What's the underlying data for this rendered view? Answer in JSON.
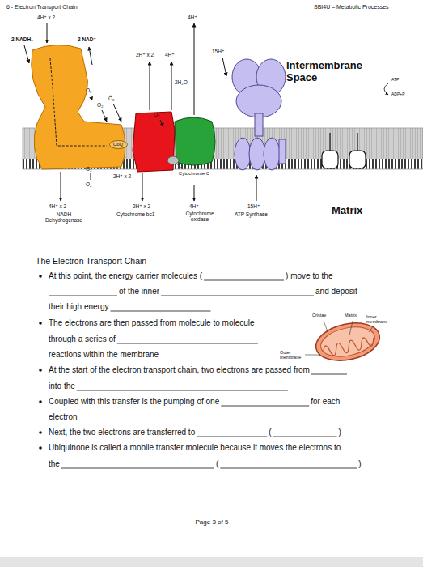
{
  "diagram": {
    "title": "The Electron Transport Chain",
    "nodes": [
      {
        "text": [
          "CoQ"
        ]
      }
    ],
    "labels": [
      "6 - Electron Transport Chain",
      "SBI4U – Metabolic Processes",
      "4H⁺ x 2",
      "2 NADH₂",
      "2 NAD⁺",
      "4H⁺",
      "2H⁺ x 2",
      "4H⁺",
      "15H⁺",
      "2H₂O",
      "Intermembrane Space",
      "ATP",
      "ADP+P",
      "Ȯ₂",
      "O₂",
      "Ȯ₂",
      "O₂",
      "O₂",
      "Ȯ₂",
      "Cytochrome C",
      "2H⁺ x 2",
      "4H⁺ x 2",
      "NADH Dehydrogenase",
      "2H⁺ x 2",
      "Cytochrome bc1",
      "4H⁺",
      "Cytochrome oxidase",
      "15H⁺",
      "ATP Synthase",
      "Matrix",
      "At this point, the energy carrier molecules (",
      ") move to the",
      "of the inner",
      "and deposit",
      "their high energy",
      "The electrons are then passed from molecule to molecule",
      "through a series of",
      "reactions within the membrane",
      "At the start of the electron transport chain, two electrons are passed from",
      "into the",
      "Coupled with this transfer is the pumping of one",
      "for each",
      "electron",
      "Next, the two electrons are transferred to",
      "(",
      ")",
      "Ubiquinone is called a mobile transfer molecule because it moves the electrons to",
      "the",
      "(",
      ")",
      "Cristae",
      "Matrix",
      "Inner membrane",
      "Outer membrane",
      "Page 3 of 5"
    ]
  }
}
